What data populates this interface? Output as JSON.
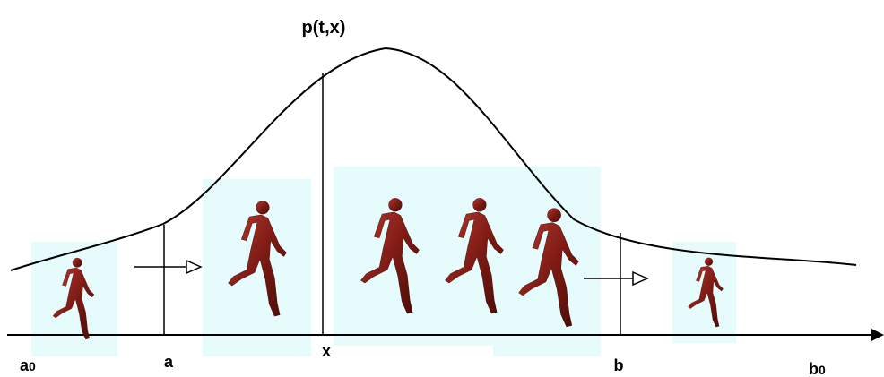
{
  "title": "p(t,x)",
  "axis_labels": {
    "a0_base": "a",
    "a0_sub": "0",
    "a": "a",
    "x": "x",
    "b": "b",
    "b0_base": "b",
    "b0_sub": "0"
  },
  "icons": {
    "runner": "running-person-icon",
    "arrow": "hollow-arrowhead-arrow-icon"
  },
  "colors": {
    "background": "#ffffff",
    "curve": "#000000",
    "panel": "#e6fbfb",
    "runner": "#7d1a14",
    "axis": "#000000"
  }
}
